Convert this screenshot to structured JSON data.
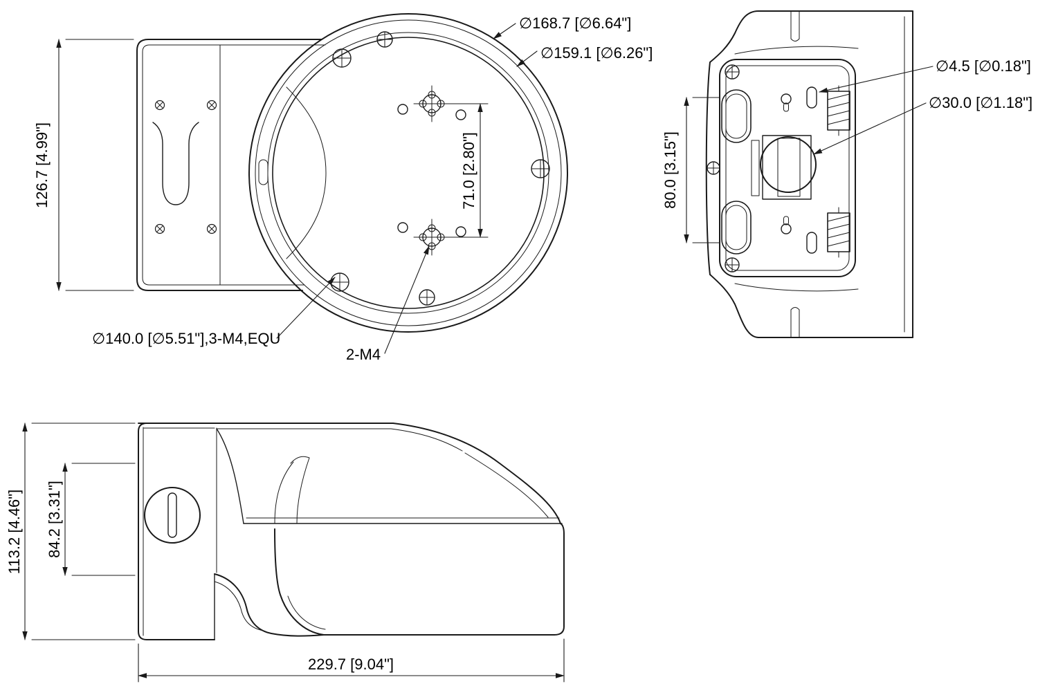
{
  "drawing": {
    "type": "technical-dimension-drawing",
    "subject": "camera-wall-mount-bracket",
    "line_color": "#1a1a1a",
    "background": "#ffffff",
    "front_view": {
      "height": "126.7 [4.99\"]",
      "outer_diameter": "∅168.7 [∅6.64\"]",
      "inner_diameter": "∅159.1 [∅6.26\"]",
      "hole_spacing": "71.0 [2.80\"]",
      "bolt_circle": "∅140.0 [∅5.51\"],3-M4,EQU",
      "thread_holes": "2-M4"
    },
    "rear_view": {
      "screw_hole_diameter": "∅4.5 [∅0.18\"]",
      "center_hole_diameter": "∅30.0 [∅1.18\"]",
      "hole_spacing_height": "80.0 [3.15\"]"
    },
    "side_view": {
      "total_height": "113.2 [4.46\"]",
      "plate_height": "84.2 [3.31\"]",
      "total_length": "229.7 [9.04\"]"
    }
  }
}
